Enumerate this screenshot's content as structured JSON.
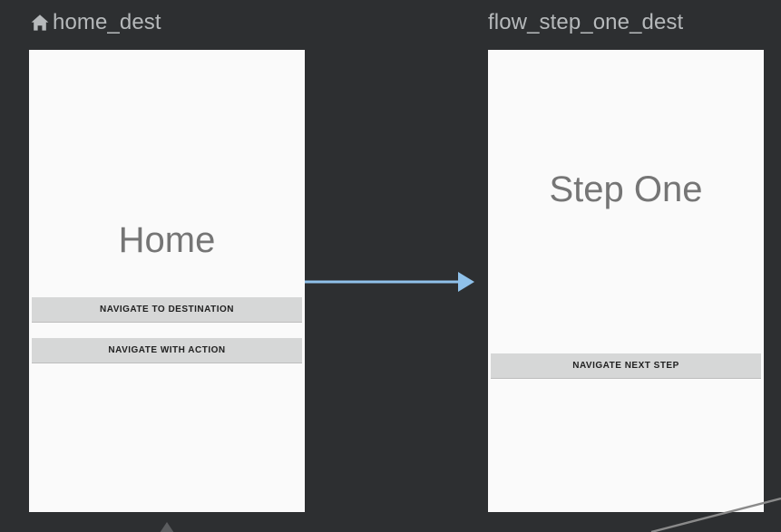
{
  "editor": {
    "name": "navigation-editor-canvas",
    "background_color": "#2d2f31",
    "surface_color": "#fafafa"
  },
  "destinations": [
    {
      "id": "home_dest",
      "label": "home_dest",
      "is_start_destination": true,
      "start_icon": "home-icon",
      "screen_title": "Home",
      "buttons": [
        {
          "label": "NAVIGATE TO DESTINATION"
        },
        {
          "label": "NAVIGATE WITH ACTION"
        }
      ]
    },
    {
      "id": "flow_step_one_dest",
      "label": "flow_step_one_dest",
      "is_start_destination": false,
      "start_icon": "",
      "screen_title": "Step One",
      "buttons": [
        {
          "label": "NAVIGATE NEXT STEP"
        }
      ]
    }
  ],
  "actions": [
    {
      "name": "action-home-to-flow-step-one",
      "from": "home_dest",
      "to": "flow_step_one_dest",
      "color": "#8fc1ea"
    }
  ],
  "colors": {
    "action_line": "#8fc1ea",
    "label_text": "#b6b9bb",
    "screen_title_text": "#757575",
    "button_face": "#d6d7d7",
    "button_text": "#212121",
    "stray_line": "#8a8a8a",
    "start_marker": "#5a5c5e"
  }
}
